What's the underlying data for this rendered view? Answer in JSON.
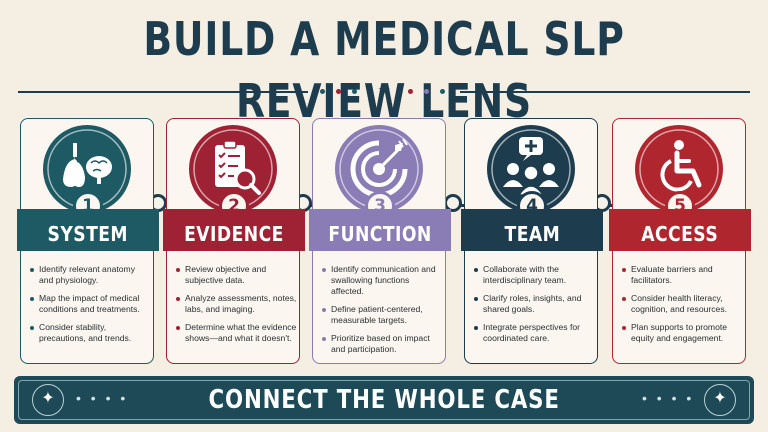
{
  "title": "BUILD A MEDICAL SLP REVIEW LENS",
  "colors": {
    "navy": "#1d3c4e",
    "teal": "#1d5a64",
    "crimson": "#9e2233",
    "purple": "#8a7cb4",
    "red": "#b0262f",
    "background": "#f4eee3"
  },
  "divider": {
    "dot_colors": [
      "#1d5a64",
      "#9e2233",
      "#1d5a64",
      "#9e2233",
      "#8a7cb4",
      "#1d5a64"
    ],
    "star": "✦"
  },
  "cards": [
    {
      "number": "1",
      "label": "SYSTEM",
      "icon": "lungs-brain-icon",
      "color": "#1d5a64",
      "bullets": [
        "Identify relevant anatomy and physiology.",
        "Map the impact of medical conditions and treatments.",
        "Consider stability, precautions, and trends."
      ]
    },
    {
      "number": "2",
      "label": "EVIDENCE",
      "icon": "clipboard-magnifier-icon",
      "color": "#9e2233",
      "bullets": [
        "Review objective and subjective data.",
        "Analyze assessments, notes, labs, and imaging.",
        "Determine what the evidence shows—and what it doesn't."
      ]
    },
    {
      "number": "3",
      "label": "FUNCTION",
      "icon": "target-arrow-icon",
      "color": "#8a7cb4",
      "bullets": [
        "Identify communication and swallowing functions affected.",
        "Define patient-centered, measurable targets.",
        "Prioritize based on impact and participation."
      ]
    },
    {
      "number": "4",
      "label": "TEAM",
      "icon": "team-medical-icon",
      "color": "#1d3c4e",
      "bullets": [
        "Collaborate with the interdisciplinary team.",
        "Clarify roles, insights, and shared goals.",
        "Integrate perspectives for coordinated care."
      ]
    },
    {
      "number": "5",
      "label": "ACCESS",
      "icon": "wheelchair-icon",
      "color": "#b0262f",
      "bullets": [
        "Evaluate barriers and facilitators.",
        "Consider health literacy, cognition, and resources.",
        "Plan supports to promote equity and engagement."
      ]
    }
  ],
  "footer": {
    "text": "CONNECT THE WHOLE CASE",
    "star": "✦",
    "dots": "• • • •"
  }
}
